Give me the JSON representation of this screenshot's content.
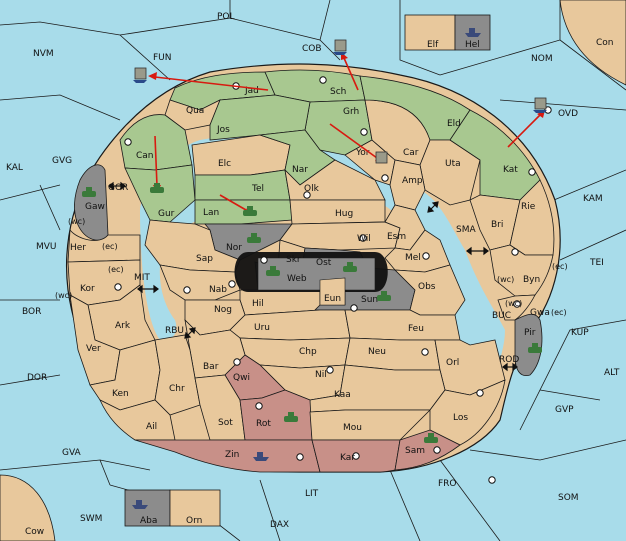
{
  "colors": {
    "sea": "#a8dcea",
    "land": "#e8c89c",
    "green": "#a8c890",
    "gray": "#8c8c8c",
    "red": "#c89088",
    "coast": "#1a1a1a",
    "arrow": "#d81a10",
    "unit": "#3a7a3a"
  },
  "regions": [
    {
      "id": "jad",
      "label": "Jad",
      "color": "green"
    },
    {
      "id": "sch",
      "label": "Sch",
      "color": "green"
    },
    {
      "id": "grh",
      "label": "Grh",
      "color": "green"
    },
    {
      "id": "qua",
      "label": "Qua",
      "color": "land"
    },
    {
      "id": "jos",
      "label": "Jos",
      "color": "green"
    },
    {
      "id": "can",
      "label": "Can",
      "color": "green"
    },
    {
      "id": "elc",
      "label": "Elc",
      "color": "land"
    },
    {
      "id": "nar",
      "label": "Nar",
      "color": "green"
    },
    {
      "id": "yor",
      "label": "Yor",
      "color": "land"
    },
    {
      "id": "car",
      "label": "Car",
      "color": "land"
    },
    {
      "id": "eld",
      "label": "Eld",
      "color": "green"
    },
    {
      "id": "uta",
      "label": "Uta",
      "color": "land"
    },
    {
      "id": "kat",
      "label": "Kat",
      "color": "green"
    },
    {
      "id": "gur",
      "label": "Gur",
      "color": "green"
    },
    {
      "id": "tel",
      "label": "Tel",
      "color": "green"
    },
    {
      "id": "lan",
      "label": "Lan",
      "color": "green"
    },
    {
      "id": "olk",
      "label": "Olk",
      "color": "land"
    },
    {
      "id": "amp",
      "label": "Amp",
      "color": "land"
    },
    {
      "id": "hug",
      "label": "Hug",
      "color": "land"
    },
    {
      "id": "bri",
      "label": "Bri",
      "color": "land"
    },
    {
      "id": "rie",
      "label": "Rie",
      "color": "land"
    },
    {
      "id": "gaw",
      "label": "Gaw",
      "color": "gray"
    },
    {
      "id": "her",
      "label": "Her",
      "color": "land"
    },
    {
      "id": "nor",
      "label": "Nor",
      "color": "gray"
    },
    {
      "id": "sap",
      "label": "Sap",
      "color": "land"
    },
    {
      "id": "wil",
      "label": "Wil",
      "color": "land"
    },
    {
      "id": "esm",
      "label": "Esm",
      "color": "land"
    },
    {
      "id": "skr",
      "label": "Skr",
      "color": "land"
    },
    {
      "id": "ost",
      "label": "Ost",
      "color": "gray"
    },
    {
      "id": "web",
      "label": "Web",
      "color": "gray"
    },
    {
      "id": "mel",
      "label": "Mel",
      "color": "land"
    },
    {
      "id": "byn",
      "label": "Byn",
      "color": "land"
    },
    {
      "id": "kor",
      "label": "Kor",
      "color": "land"
    },
    {
      "id": "nab",
      "label": "Nab",
      "color": "land"
    },
    {
      "id": "hil",
      "label": "Hil",
      "color": "land"
    },
    {
      "id": "eun",
      "label": "Eun",
      "color": "land"
    },
    {
      "id": "sun",
      "label": "Sun",
      "color": "gray"
    },
    {
      "id": "obs",
      "label": "Obs",
      "color": "land"
    },
    {
      "id": "gwa",
      "label": "Gwa",
      "color": "land"
    },
    {
      "id": "ark",
      "label": "Ark",
      "color": "land"
    },
    {
      "id": "nog",
      "label": "Nog",
      "color": "land"
    },
    {
      "id": "uru",
      "label": "Uru",
      "color": "land"
    },
    {
      "id": "feu",
      "label": "Feu",
      "color": "land"
    },
    {
      "id": "pir",
      "label": "Pir",
      "color": "gray"
    },
    {
      "id": "ver",
      "label": "Ver",
      "color": "land"
    },
    {
      "id": "chp",
      "label": "Chp",
      "color": "land"
    },
    {
      "id": "neu",
      "label": "Neu",
      "color": "land"
    },
    {
      "id": "bar",
      "label": "Bar",
      "color": "land"
    },
    {
      "id": "nil",
      "label": "Nil",
      "color": "land"
    },
    {
      "id": "orl",
      "label": "Orl",
      "color": "land"
    },
    {
      "id": "ken",
      "label": "Ken",
      "color": "land"
    },
    {
      "id": "qwi",
      "label": "Qwi",
      "color": "red"
    },
    {
      "id": "chr",
      "label": "Chr",
      "color": "land"
    },
    {
      "id": "kaa",
      "label": "Kaa",
      "color": "land"
    },
    {
      "id": "ail",
      "label": "Ail",
      "color": "land"
    },
    {
      "id": "sot",
      "label": "Sot",
      "color": "land"
    },
    {
      "id": "rot",
      "label": "Rot",
      "color": "red"
    },
    {
      "id": "mou",
      "label": "Mou",
      "color": "land"
    },
    {
      "id": "los",
      "label": "Los",
      "color": "land"
    },
    {
      "id": "zin",
      "label": "Zin",
      "color": "red"
    },
    {
      "id": "kar",
      "label": "Kar",
      "color": "red"
    },
    {
      "id": "sam",
      "label": "Sam",
      "color": "red"
    },
    {
      "id": "elf",
      "label": "Elf",
      "color": "land"
    },
    {
      "id": "hel",
      "label": "Hel",
      "color": "gray"
    },
    {
      "id": "con",
      "label": "Con",
      "color": "land"
    },
    {
      "id": "aba",
      "label": "Aba",
      "color": "gray"
    },
    {
      "id": "orn",
      "label": "Orn",
      "color": "land"
    },
    {
      "id": "cow",
      "label": "Cow",
      "color": "land"
    }
  ],
  "seas": [
    {
      "id": "pol",
      "label": "POL"
    },
    {
      "id": "nvm",
      "label": "NVM"
    },
    {
      "id": "fun",
      "label": "FUN"
    },
    {
      "id": "cob",
      "label": "COB"
    },
    {
      "id": "nom",
      "label": "NOM"
    },
    {
      "id": "ovd",
      "label": "OVD"
    },
    {
      "id": "kal",
      "label": "KAL"
    },
    {
      "id": "gvg",
      "label": "GVG"
    },
    {
      "id": "gor",
      "label": "GOR"
    },
    {
      "id": "kam",
      "label": "KAM"
    },
    {
      "id": "sma",
      "label": "SMA"
    },
    {
      "id": "mvu",
      "label": "MVU"
    },
    {
      "id": "tei",
      "label": "TEI"
    },
    {
      "id": "mit",
      "label": "MIT"
    },
    {
      "id": "bor",
      "label": "BOR"
    },
    {
      "id": "rbu",
      "label": "RBU"
    },
    {
      "id": "buc",
      "label": "BUC"
    },
    {
      "id": "kup",
      "label": "KUP"
    },
    {
      "id": "dor",
      "label": "DOR"
    },
    {
      "id": "rod",
      "label": "ROD"
    },
    {
      "id": "alt",
      "label": "ALT"
    },
    {
      "id": "gvp",
      "label": "GVP"
    },
    {
      "id": "gva",
      "label": "GVA"
    },
    {
      "id": "fro",
      "label": "FRO"
    },
    {
      "id": "lit",
      "label": "LIT"
    },
    {
      "id": "som",
      "label": "SOM"
    },
    {
      "id": "swm",
      "label": "SWM"
    },
    {
      "id": "dax",
      "label": "DAX"
    }
  ],
  "coasts": [
    {
      "id": "her-wc",
      "label": "(wc)"
    },
    {
      "id": "her-ec",
      "label": "(ec)"
    },
    {
      "id": "kor-ec",
      "label": "(ec)"
    },
    {
      "id": "kor-wc",
      "label": "(wc)"
    },
    {
      "id": "byn-wc",
      "label": "(wc)"
    },
    {
      "id": "byn-ec",
      "label": "(ec)"
    },
    {
      "id": "gwa-wc",
      "label": "(wc)"
    },
    {
      "id": "gwa-ec",
      "label": "(ec)"
    }
  ],
  "units": [
    {
      "type": "fleet",
      "where": "FUN"
    },
    {
      "type": "fleet",
      "where": "COB"
    },
    {
      "type": "fleet",
      "where": "OVD"
    },
    {
      "type": "fleet",
      "where": "Yor"
    },
    {
      "type": "fleet",
      "where": "Hel"
    },
    {
      "type": "fleet",
      "where": "Aba"
    },
    {
      "type": "fleet",
      "where": "Zin"
    },
    {
      "type": "army",
      "where": "Gaw"
    },
    {
      "type": "army",
      "where": "Gur"
    },
    {
      "type": "army",
      "where": "Lan"
    },
    {
      "type": "army",
      "where": "Nor"
    },
    {
      "type": "army",
      "where": "Web"
    },
    {
      "type": "army",
      "where": "Ost"
    },
    {
      "type": "army",
      "where": "Sun"
    },
    {
      "type": "army",
      "where": "Pir"
    },
    {
      "type": "army",
      "where": "Rot"
    },
    {
      "type": "army",
      "where": "Sam"
    }
  ],
  "orders": [
    "Jad -> FUN",
    "Sch -> COB",
    "Kat -> OVD",
    "Grh -> Yor",
    "Can -> Gur",
    "Tel -> Lan"
  ]
}
